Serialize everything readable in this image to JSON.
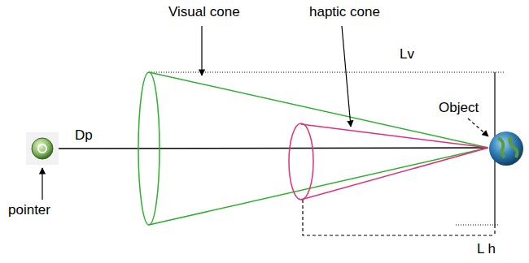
{
  "diagram": {
    "labels": [
      "Visual cone",
      "haptic cone",
      "Lv",
      "Object",
      "Dp",
      "pointer",
      "L h"
    ]
  }
}
